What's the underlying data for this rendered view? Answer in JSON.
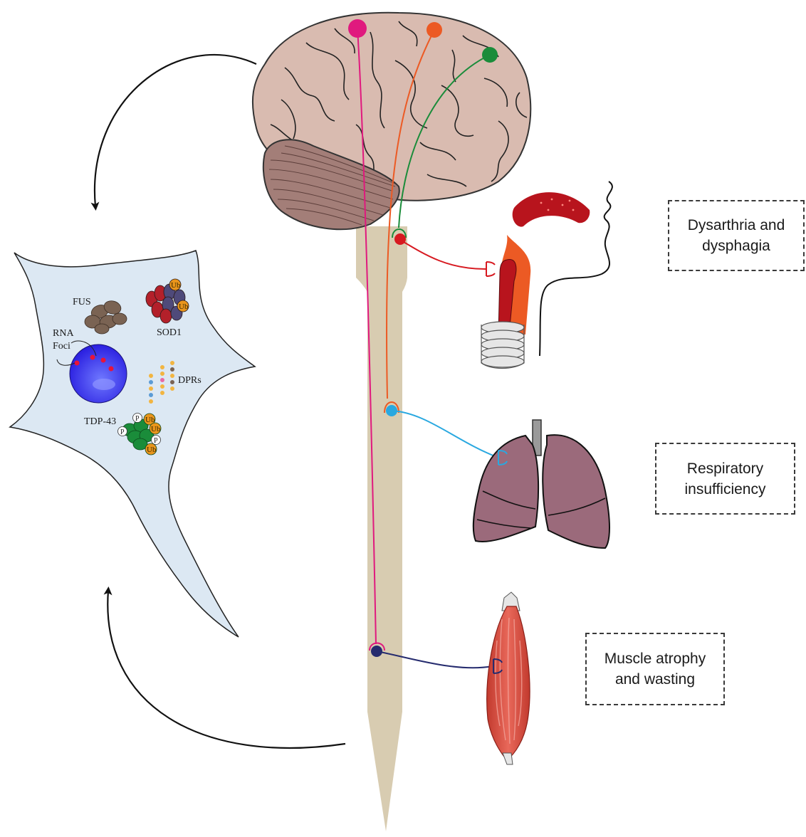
{
  "symptoms": {
    "bulbar": "Dysarthria and\ndysphagia",
    "respiratory": "Respiratory\ninsufficiency",
    "limb": "Muscle atrophy\nand wasting"
  },
  "cell_labels": {
    "fus": "FUS",
    "sod1": "SOD1",
    "rna_foci_1": "RNA",
    "rna_foci_2": "Foci",
    "dprs": "DPRs",
    "tdp43": "TDP-43",
    "ubiquitin": "Ub",
    "phospho": "P"
  },
  "colors": {
    "neuron_pink": "#e0197e",
    "neuron_orange": "#ec5a24",
    "neuron_green": "#1a8c3a",
    "bulbar_red": "#d71920",
    "respiratory_blue": "#29a8e0",
    "limb_navy": "#252b6e",
    "brain": "#d9bbb0",
    "cerebellum": "#a37e78",
    "spinal_cord": "#d8ccb1",
    "cell_body": "#dce8f3",
    "lungs": "#9b6a7b",
    "muscle": "#d8473a"
  }
}
